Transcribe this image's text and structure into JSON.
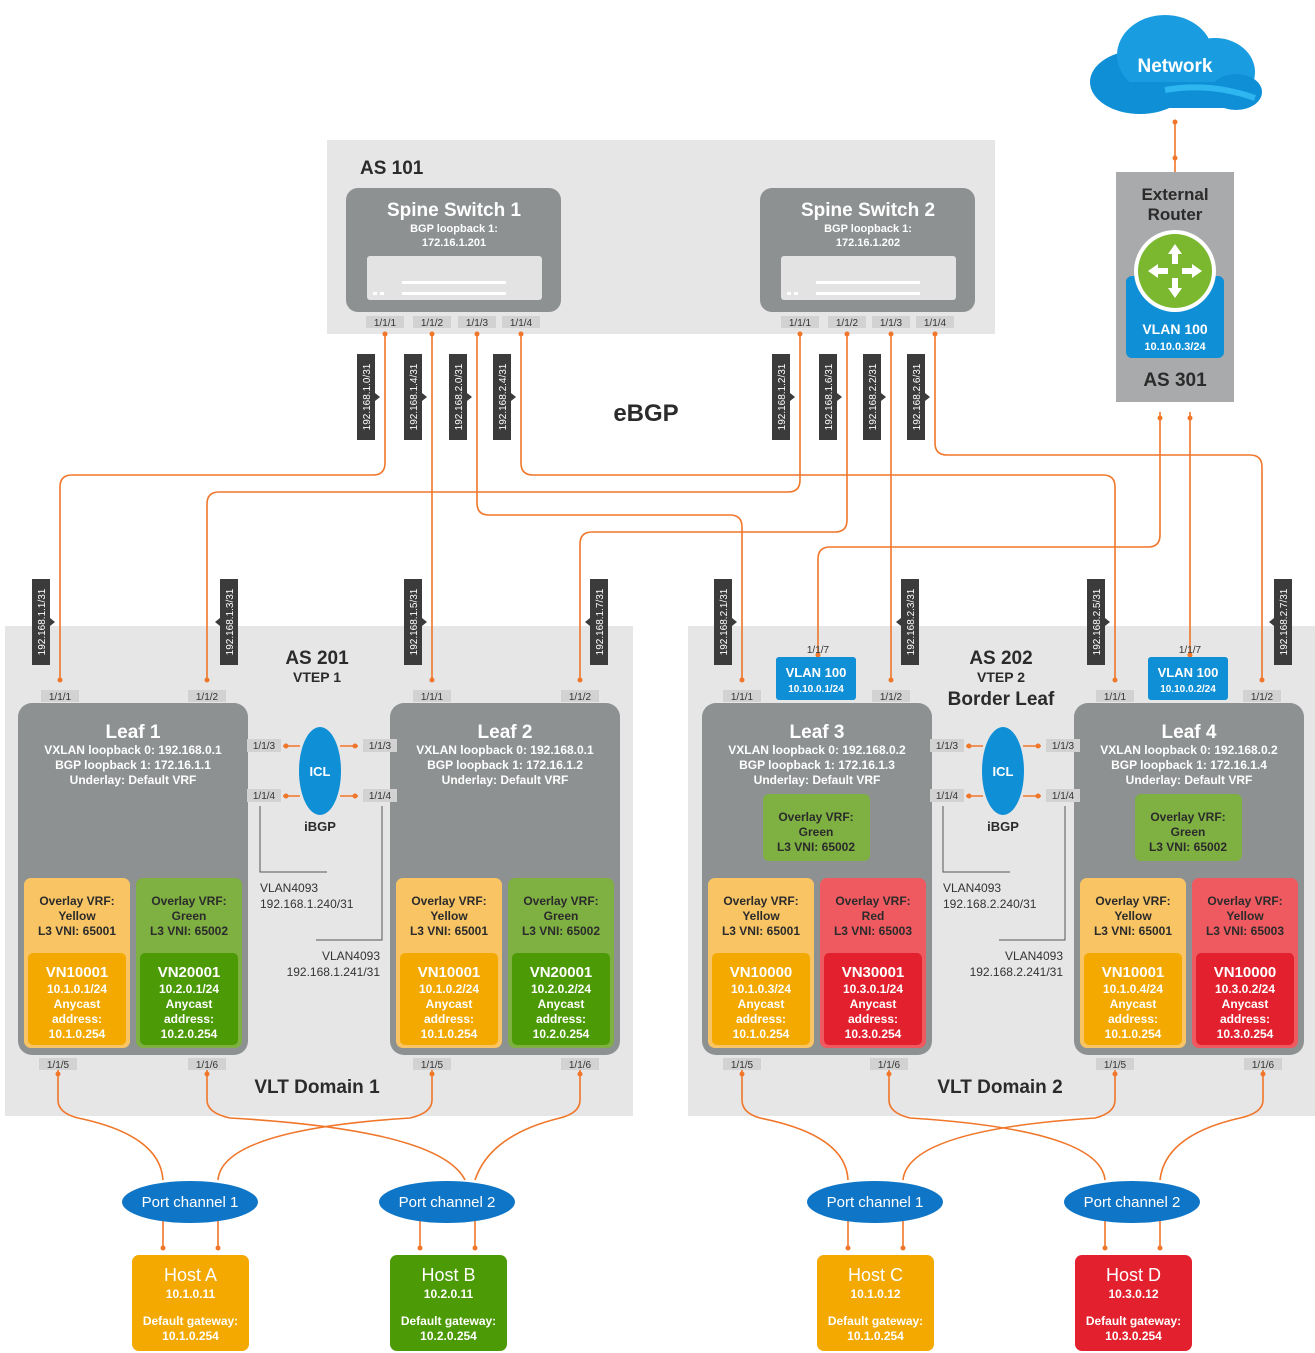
{
  "cloud": {
    "label": "Network"
  },
  "as101": {
    "label": "AS 101"
  },
  "ebgp_label": "eBGP",
  "spine1": {
    "name": "Spine Switch 1",
    "l1": "BGP loopback 1:",
    "l2": "172.16.1.201",
    "ports": [
      "1/1/1",
      "1/1/2",
      "1/1/3",
      "1/1/4"
    ]
  },
  "spine2": {
    "name": "Spine Switch 2",
    "l1": "BGP loopback 1:",
    "l2": "172.16.1.202",
    "ports": [
      "1/1/1",
      "1/1/2",
      "1/1/3",
      "1/1/4"
    ]
  },
  "router": {
    "t1": "External",
    "t2": "Router",
    "vlan": "VLAN 100",
    "ip": "10.10.0.3/24",
    "as": "AS 301"
  },
  "spine_links": [
    "192.168.1.0/31",
    "192.168.1.4/31",
    "192.168.2.0/31",
    "192.168.2.4/31",
    "192.168.1.2/31",
    "192.168.1.6/31",
    "192.168.2.2/31",
    "192.168.2.6/31"
  ],
  "leaf_links": [
    "192.168.1.1/31",
    "192.168.1.3/31",
    "192.168.1.5/31",
    "192.168.1.7/31",
    "192.168.2.1/31",
    "192.168.2.3/31",
    "192.168.2.5/31",
    "192.168.2.7/31"
  ],
  "domain1": {
    "as": "AS 201",
    "vtep": "VTEP 1",
    "vlt": "VLT Domain 1",
    "vlan_a": "VLAN4093",
    "ip_a": "192.168.1.240/31",
    "vlan_b": "VLAN4093",
    "ip_b": "192.168.1.241/31"
  },
  "domain2": {
    "as": "AS 202",
    "vtep": "VTEP 2",
    "role": "Border Leaf",
    "vlt": "VLT Domain 2",
    "vlan_a": "VLAN4093",
    "ip_a": "192.168.2.240/31",
    "vlan_b": "VLAN4093",
    "ip_b": "192.168.2.241/31"
  },
  "icl": {
    "label": "ICL",
    "ibgp": "iBGP"
  },
  "leaf_vlan": {
    "l3": "VLAN 100",
    "l3ip": "10.10.0.1/24",
    "l4": "VLAN 100",
    "l4ip": "10.10.0.2/24",
    "port": "1/1/7"
  },
  "port_labels": {
    "p1": "1/1/1",
    "p2": "1/1/2",
    "p3": "1/1/3",
    "p4": "1/1/4",
    "p5": "1/1/5",
    "p6": "1/1/6"
  },
  "leaves": [
    {
      "name": "Leaf 1",
      "l1": "VXLAN loopback 0: 192.168.0.1",
      "l2": "BGP loopback 1: 172.16.1.1",
      "l3": "Underlay: Default VRF",
      "vrf": [
        {
          "t1": "Overlay VRF:",
          "t2": "Yellow",
          "t3": "L3 VNI: 65001",
          "vn": "VN10001",
          "d1": "10.1.0.1/24",
          "d2": "Anycast",
          "d3": "address:",
          "d4": "10.1.0.254"
        },
        {
          "t1": "Overlay VRF:",
          "t2": "Green",
          "t3": "L3 VNI: 65002",
          "vn": "VN20001",
          "d1": "10.2.0.1/24",
          "d2": "Anycast",
          "d3": "address:",
          "d4": "10.2.0.254"
        }
      ]
    },
    {
      "name": "Leaf 2",
      "l1": "VXLAN loopback 0: 192.168.0.1",
      "l2": "BGP loopback 1: 172.16.1.2",
      "l3": "Underlay: Default VRF",
      "vrf": [
        {
          "t1": "Overlay VRF:",
          "t2": "Yellow",
          "t3": "L3 VNI: 65001",
          "vn": "VN10001",
          "d1": "10.1.0.2/24",
          "d2": "Anycast",
          "d3": "address:",
          "d4": "10.1.0.254"
        },
        {
          "t1": "Overlay VRF:",
          "t2": "Green",
          "t3": "L3 VNI: 65002",
          "vn": "VN20001",
          "d1": "10.2.0.2/24",
          "d2": "Anycast",
          "d3": "address:",
          "d4": "10.2.0.254"
        }
      ]
    },
    {
      "name": "Leaf 3",
      "l1": "VXLAN loopback 0: 192.168.0.2",
      "l2": "BGP loopback 1: 172.16.1.3",
      "l3": "Underlay: Default VRF",
      "mid": {
        "t1": "Overlay VRF:",
        "t2": "Green",
        "t3": "L3 VNI: 65002"
      },
      "vrf": [
        {
          "t1": "Overlay VRF:",
          "t2": "Yellow",
          "t3": "L3 VNI: 65001",
          "vn": "VN10000",
          "d1": "10.1.0.3/24",
          "d2": "Anycast",
          "d3": "address:",
          "d4": "10.1.0.254"
        },
        {
          "t1": "Overlay VRF:",
          "t2": "Red",
          "t3": "L3 VNI: 65003",
          "vn": "VN30001",
          "d1": "10.3.0.1/24",
          "d2": "Anycast",
          "d3": "address:",
          "d4": "10.3.0.254"
        }
      ]
    },
    {
      "name": "Leaf 4",
      "l1": "VXLAN loopback 0: 192.168.0.2",
      "l2": "BGP loopback 1: 172.16.1.4",
      "l3": "Underlay: Default VRF",
      "mid": {
        "t1": "Overlay VRF:",
        "t2": "Green",
        "t3": "L3 VNI: 65002"
      },
      "vrf": [
        {
          "t1": "Overlay VRF:",
          "t2": "Yellow",
          "t3": "L3 VNI: 65001",
          "vn": "VN10001",
          "d1": "10.1.0.4/24",
          "d2": "Anycast",
          "d3": "address:",
          "d4": "10.1.0.254"
        },
        {
          "t1": "Overlay VRF:",
          "t2": "Yellow",
          "t3": "L3 VNI: 65003",
          "vn": "VN10000",
          "d1": "10.3.0.2/24",
          "d2": "Anycast",
          "d3": "address:",
          "d4": "10.3.0.254"
        }
      ]
    }
  ],
  "port_channels": [
    "Port channel 1",
    "Port channel 2",
    "Port channel 1",
    "Port channel 2"
  ],
  "hosts": [
    {
      "name": "Host A",
      "ip": "10.1.0.11",
      "g1": "Default gateway:",
      "g2": "10.1.0.254"
    },
    {
      "name": "Host B",
      "ip": "10.2.0.11",
      "g1": "Default gateway:",
      "g2": "10.2.0.254"
    },
    {
      "name": "Host C",
      "ip": "10.1.0.12",
      "g1": "Default gateway:",
      "g2": "10.1.0.254"
    },
    {
      "name": "Host D",
      "ip": "10.3.0.12",
      "g1": "Default gateway:",
      "g2": "10.3.0.254"
    }
  ],
  "colors": {
    "orange": "#f0762a",
    "yellow_top": "#f9c564",
    "yellow": "#f3a900",
    "green_top": "#7fb042",
    "green": "#4c9a05",
    "red_top": "#ef5a60",
    "red": "#e3212e",
    "gray": "#8d9191",
    "blue": "#0f76c7"
  }
}
